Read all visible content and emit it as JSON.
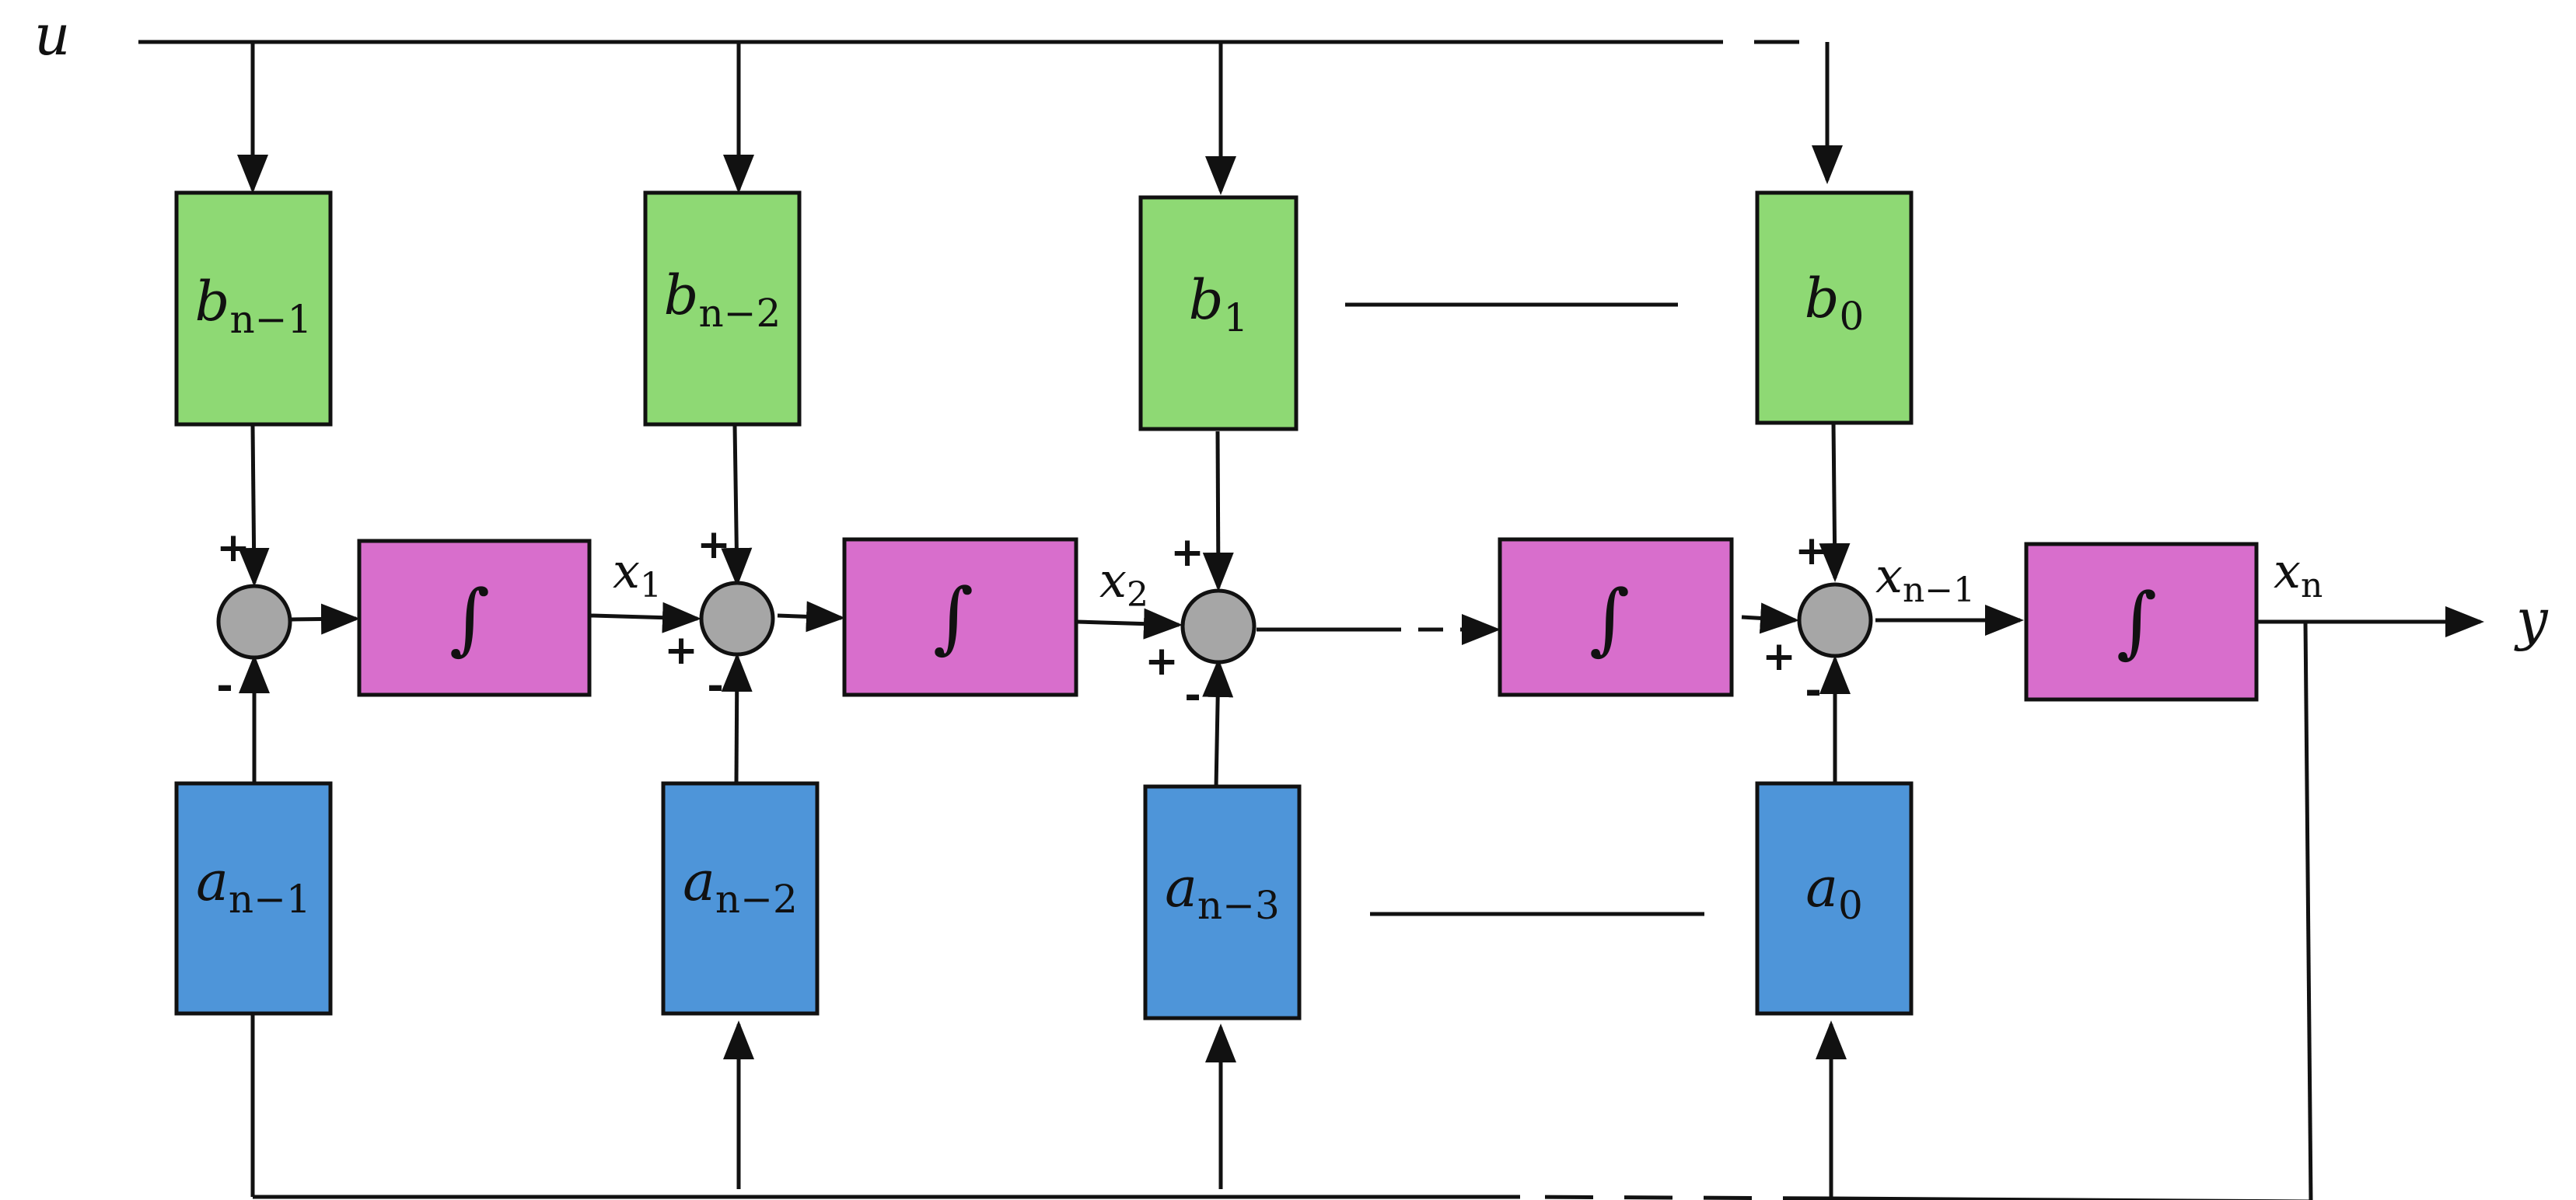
{
  "signals": {
    "input": "u",
    "output": "y",
    "states": [
      "x",
      "x",
      "x",
      "x"
    ],
    "state_subscripts": [
      "1",
      "2",
      "n−1",
      "n"
    ]
  },
  "b_blocks": [
    {
      "symbol": "b",
      "subscript": "n−1"
    },
    {
      "symbol": "b",
      "subscript": "n−2"
    },
    {
      "symbol": "b",
      "subscript": "1"
    },
    {
      "symbol": "b",
      "subscript": "0"
    }
  ],
  "a_blocks": [
    {
      "symbol": "a",
      "subscript": "n−1"
    },
    {
      "symbol": "a",
      "subscript": "n−2"
    },
    {
      "symbol": "a",
      "subscript": "n−3"
    },
    {
      "symbol": "a",
      "subscript": "0"
    }
  ],
  "integrator_label": "∫",
  "summing_junctions": [
    {
      "top": "+",
      "bottom": "-"
    },
    {
      "top": "+",
      "left": "+",
      "bottom": "-"
    },
    {
      "top": "+",
      "left": "+",
      "bottom": "-"
    },
    {
      "top": "+",
      "left": "+",
      "bottom": "-"
    }
  ],
  "colors": {
    "b_block_fill": "#8ed974",
    "a_block_fill": "#4e95d9",
    "integrator_fill": "#d86ecc",
    "junction_fill": "#a6a6a6",
    "line": "#111111"
  }
}
